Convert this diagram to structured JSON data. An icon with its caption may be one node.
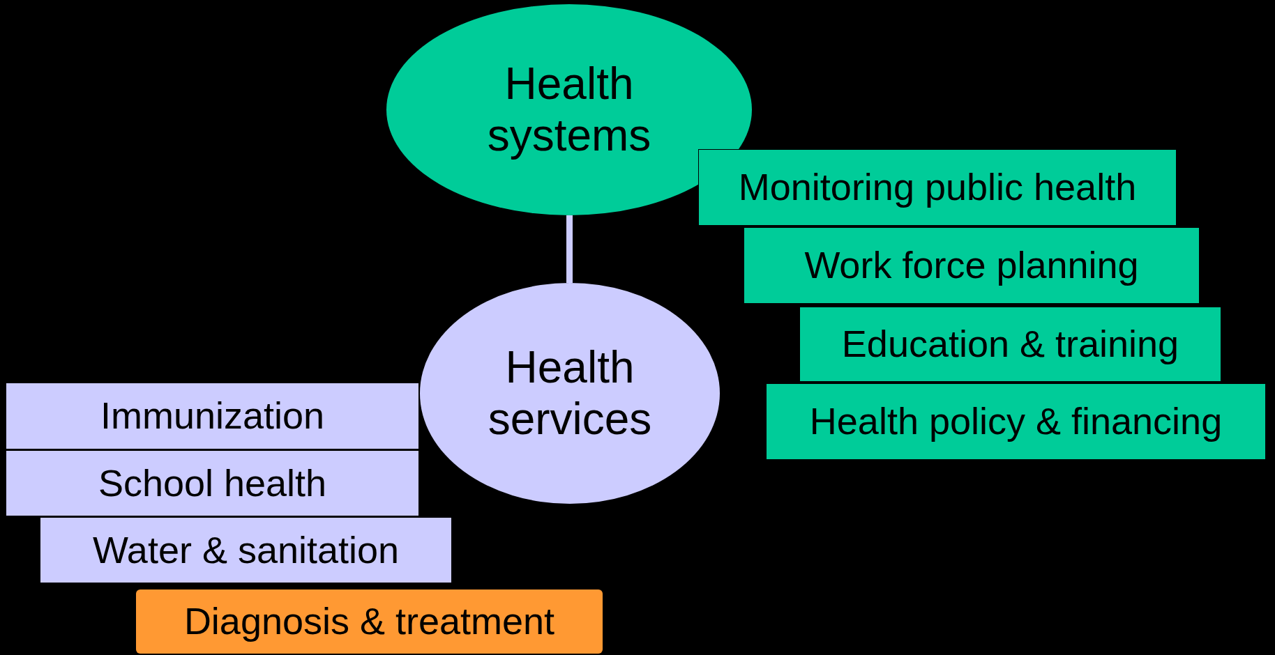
{
  "diagram": {
    "nodes": [
      {
        "text": [
          "Health systems"
        ]
      },
      {
        "text": [
          "Health services"
        ]
      },
      {
        "text": [
          "Monitoring public health"
        ]
      },
      {
        "text": [
          "Work force planning"
        ]
      },
      {
        "text": [
          "Education & training"
        ]
      },
      {
        "text": [
          "Health policy & financing"
        ]
      },
      {
        "text": [
          "Immunization"
        ]
      },
      {
        "text": [
          "School health"
        ]
      },
      {
        "text": [
          "Water & sanitation"
        ]
      },
      {
        "text": [
          "Diagnosis & treatment"
        ]
      }
    ],
    "edges": [
      {
        "from": 0,
        "to": 1,
        "arrow": "none",
        "color": "#ccccff"
      }
    ]
  }
}
